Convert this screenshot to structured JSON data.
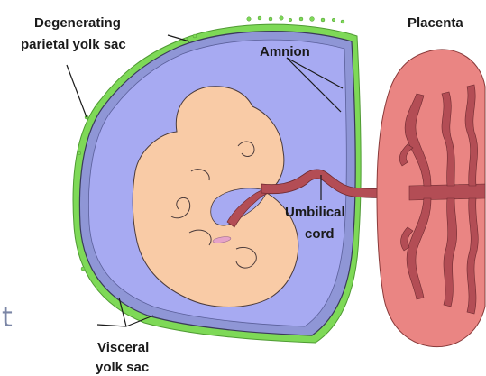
{
  "labels": {
    "parietal_line1": "Degenerating",
    "parietal_line2": "parietal yolk sac",
    "placenta": "Placenta",
    "amnion": "Amnion",
    "umbilical_line1": "Umbilical",
    "umbilical_line2": "cord",
    "visceral_line1": "Visceral",
    "visceral_line2": "yolk sac"
  },
  "edge_fragment": "t",
  "colors": {
    "yolk_sac": "#7ed957",
    "amnion_ring": "#8f96d6",
    "amniotic_cavity": "#a7aaf2",
    "embryo": "#f9cba6",
    "placenta": "#ea8583",
    "vessels": "#b34d55",
    "outline": "#3a3a5a"
  }
}
